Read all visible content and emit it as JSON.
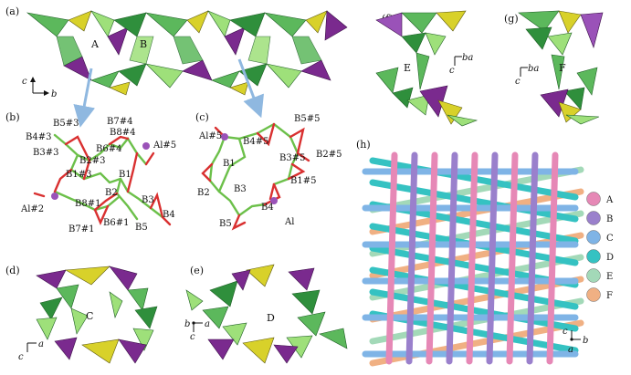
{
  "panels": {
    "a": {
      "tag": "(a)",
      "rings": [
        "A",
        "B"
      ],
      "axes": [
        "c",
        "b"
      ]
    },
    "b": {
      "tag": "(b)",
      "atoms": [
        "B5#3",
        "B7#4",
        "B4#3",
        "B8#4",
        "B6#4",
        "Al#5",
        "B3#3",
        "B2#3",
        "B1#3",
        "B1",
        "B2",
        "B3",
        "B4",
        "B5",
        "B8#1",
        "B6#1",
        "B7#1",
        "Al#2"
      ]
    },
    "c": {
      "tag": "(c)",
      "atoms": [
        "B5#5",
        "Al#5",
        "B4#5",
        "B3#5",
        "B2#5",
        "B1#5",
        "B1",
        "B2",
        "B3",
        "B4",
        "B5",
        "Al"
      ]
    },
    "d": {
      "tag": "(d)",
      "ring": "C",
      "axes": [
        "c",
        "a"
      ]
    },
    "e": {
      "tag": "(e)",
      "ring": "D",
      "axes": [
        "b",
        "a",
        "c"
      ]
    },
    "f": {
      "tag": "(f)",
      "ring": "E",
      "axes": [
        "c",
        "ba"
      ]
    },
    "g": {
      "tag": "(g)",
      "ring": "F",
      "axes": [
        "c",
        "ba"
      ]
    },
    "h": {
      "tag": "(h)",
      "axes": [
        "c",
        "b",
        "a"
      ]
    }
  },
  "legend": [
    {
      "label": "A",
      "color": "#e688b6"
    },
    {
      "label": "B",
      "color": "#9a80cc"
    },
    {
      "label": "C",
      "color": "#7fb4e6"
    },
    {
      "label": "D",
      "color": "#35c2c2"
    },
    {
      "label": "E",
      "color": "#a3d9b8"
    },
    {
      "label": "F",
      "color": "#f0b083"
    }
  ],
  "colors": {
    "green_dark": "#2f8f3c",
    "green_mid": "#5cb85c",
    "green_light": "#9ee07a",
    "purple": "#7a2a8e",
    "yellow": "#d8d12a",
    "arrow": "#8fb8e0",
    "bond_green": "#6cc04a",
    "bond_red": "#d93030"
  }
}
